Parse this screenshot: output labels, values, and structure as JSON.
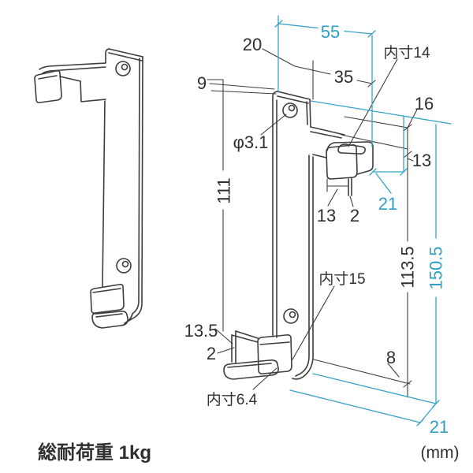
{
  "colors": {
    "ink": "#3d3d3d",
    "accent": "#35a3c8"
  },
  "footer": {
    "load_rating": "総耐荷重 1kg",
    "unit": "(mm)"
  },
  "dims": {
    "total_width": "55",
    "left_offset": "20",
    "arm_width": "35",
    "hook_inner_top": "内寸14",
    "top_margin": "9",
    "hole_diameter": "φ3.1",
    "depth": "16",
    "hook_face_top": "13",
    "hook_depth_top": "21",
    "plate_length": "111",
    "pad_width_top": "13",
    "pad_thickness_top": "2",
    "lower_height": "113.5",
    "total_height": "150.5",
    "hook_inner_bottom": "内寸15",
    "pad_height_bottom": "13.5",
    "pad_thickness_bottom": "2",
    "bottom_offset": "8",
    "lip_inner_bottom": "内寸6.4",
    "depth_bottom": "21"
  }
}
